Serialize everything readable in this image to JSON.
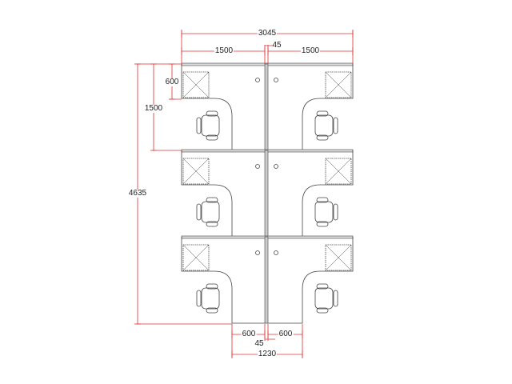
{
  "drawing": {
    "units": "mm",
    "workstation_rows": 3,
    "dimensions": {
      "overall_width": "3045",
      "left_desk_width": "1500",
      "right_desk_width": "1500",
      "divider_top": "45",
      "storage_depth": "600",
      "row_depth": "1500",
      "overall_depth": "4635",
      "bottom_left_return": "600",
      "bottom_right_return": "600",
      "divider_bottom": "45",
      "bottom_overall": "1230"
    },
    "colors": {
      "dimension": "#e03030",
      "furniture": "#444444"
    }
  }
}
